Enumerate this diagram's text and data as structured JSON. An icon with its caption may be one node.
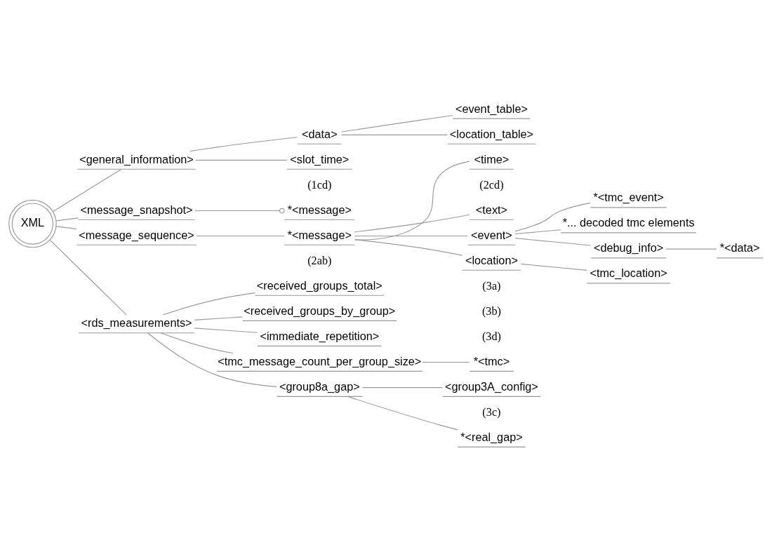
{
  "diagram": {
    "nodes": [
      {
        "text": [
          "XML"
        ]
      },
      {
        "text": [
          "<general_information>"
        ]
      },
      {
        "text": [
          "<data>"
        ]
      },
      {
        "text": [
          "<event_table>"
        ]
      },
      {
        "text": [
          "<location_table>"
        ]
      },
      {
        "text": [
          "<slot_time>"
        ],
        "beside": [
          "(1cd)"
        ]
      },
      {
        "text": [
          "<message_snapshot>"
        ]
      },
      {
        "text": [
          "*<message>"
        ]
      },
      {
        "text": [
          "<message_sequence>"
        ]
      },
      {
        "text": [
          "*<message>"
        ],
        "beside": [
          "(2ab)"
        ]
      },
      {
        "text": [
          "<time>"
        ],
        "beside": [
          "(2cd)"
        ]
      },
      {
        "text": [
          "<text>"
        ]
      },
      {
        "text": [
          "<event>"
        ]
      },
      {
        "text": [
          "*<tmc_event>"
        ]
      },
      {
        "text": [
          "*... decoded tmc elements"
        ]
      },
      {
        "text": [
          "<debug_info>"
        ]
      },
      {
        "text": [
          "*<data>"
        ]
      },
      {
        "text": [
          "<location>"
        ],
        "beside": [
          "(3a)"
        ]
      },
      {
        "text": [
          "<tmc_location>"
        ]
      },
      {
        "text": [
          "<rds_measurements>"
        ]
      },
      {
        "text": [
          "<received_groups_total>"
        ]
      },
      {
        "text": [
          "<received_groups_by_group>"
        ]
      },
      {
        "text": [
          "<immediate_repetition>"
        ]
      },
      {
        "text": [
          "<tmc_message_count_per_group_size>"
        ]
      },
      {
        "text": [
          "*<tmc>"
        ]
      },
      {
        "text": [
          "<group8a_gap>"
        ]
      },
      {
        "text": [
          "<group3A_config>"
        ],
        "beside": [
          "(3c)"
        ]
      },
      {
        "text": [
          "*<real_gap>"
        ]
      }
    ],
    "edges": [
      {
        "from": 0,
        "to": 1,
        "arrow": "none"
      },
      {
        "from": 1,
        "to": 2,
        "arrow": "none"
      },
      {
        "from": 2,
        "to": 3,
        "arrow": "none"
      },
      {
        "from": 2,
        "to": 4,
        "arrow": "none"
      },
      {
        "from": 1,
        "to": 5,
        "arrow": "none"
      },
      {
        "from": 0,
        "to": 6,
        "arrow": "none"
      },
      {
        "from": 6,
        "to": 7,
        "arrow": "other"
      },
      {
        "from": 0,
        "to": 8,
        "arrow": "none"
      },
      {
        "from": 8,
        "to": 9,
        "arrow": "none"
      },
      {
        "from": 9,
        "to": 10,
        "arrow": "none"
      },
      {
        "from": 9,
        "to": 11,
        "arrow": "none"
      },
      {
        "from": 9,
        "to": 12,
        "arrow": "none"
      },
      {
        "from": 12,
        "to": 13,
        "arrow": "none"
      },
      {
        "from": 12,
        "to": 14,
        "arrow": "none"
      },
      {
        "from": 12,
        "to": 15,
        "arrow": "none"
      },
      {
        "from": 15,
        "to": 16,
        "arrow": "none"
      },
      {
        "from": 9,
        "to": 17,
        "arrow": "none"
      },
      {
        "from": 17,
        "to": 18,
        "arrow": "none"
      },
      {
        "from": 0,
        "to": 19,
        "arrow": "none"
      },
      {
        "from": 19,
        "to": 20,
        "arrow": "none"
      },
      {
        "from": 19,
        "to": 21,
        "arrow": "none"
      },
      {
        "from": 19,
        "to": 22,
        "arrow": "none"
      },
      {
        "from": 19,
        "to": 23,
        "arrow": "none"
      },
      {
        "from": 23,
        "to": 24,
        "arrow": "none"
      },
      {
        "from": 19,
        "to": 25,
        "arrow": "none"
      },
      {
        "from": 25,
        "to": 26,
        "arrow": "none"
      },
      {
        "from": 25,
        "to": 27,
        "arrow": "none"
      }
    ],
    "labels": [
      "(3b)",
      "(3d)"
    ]
  }
}
